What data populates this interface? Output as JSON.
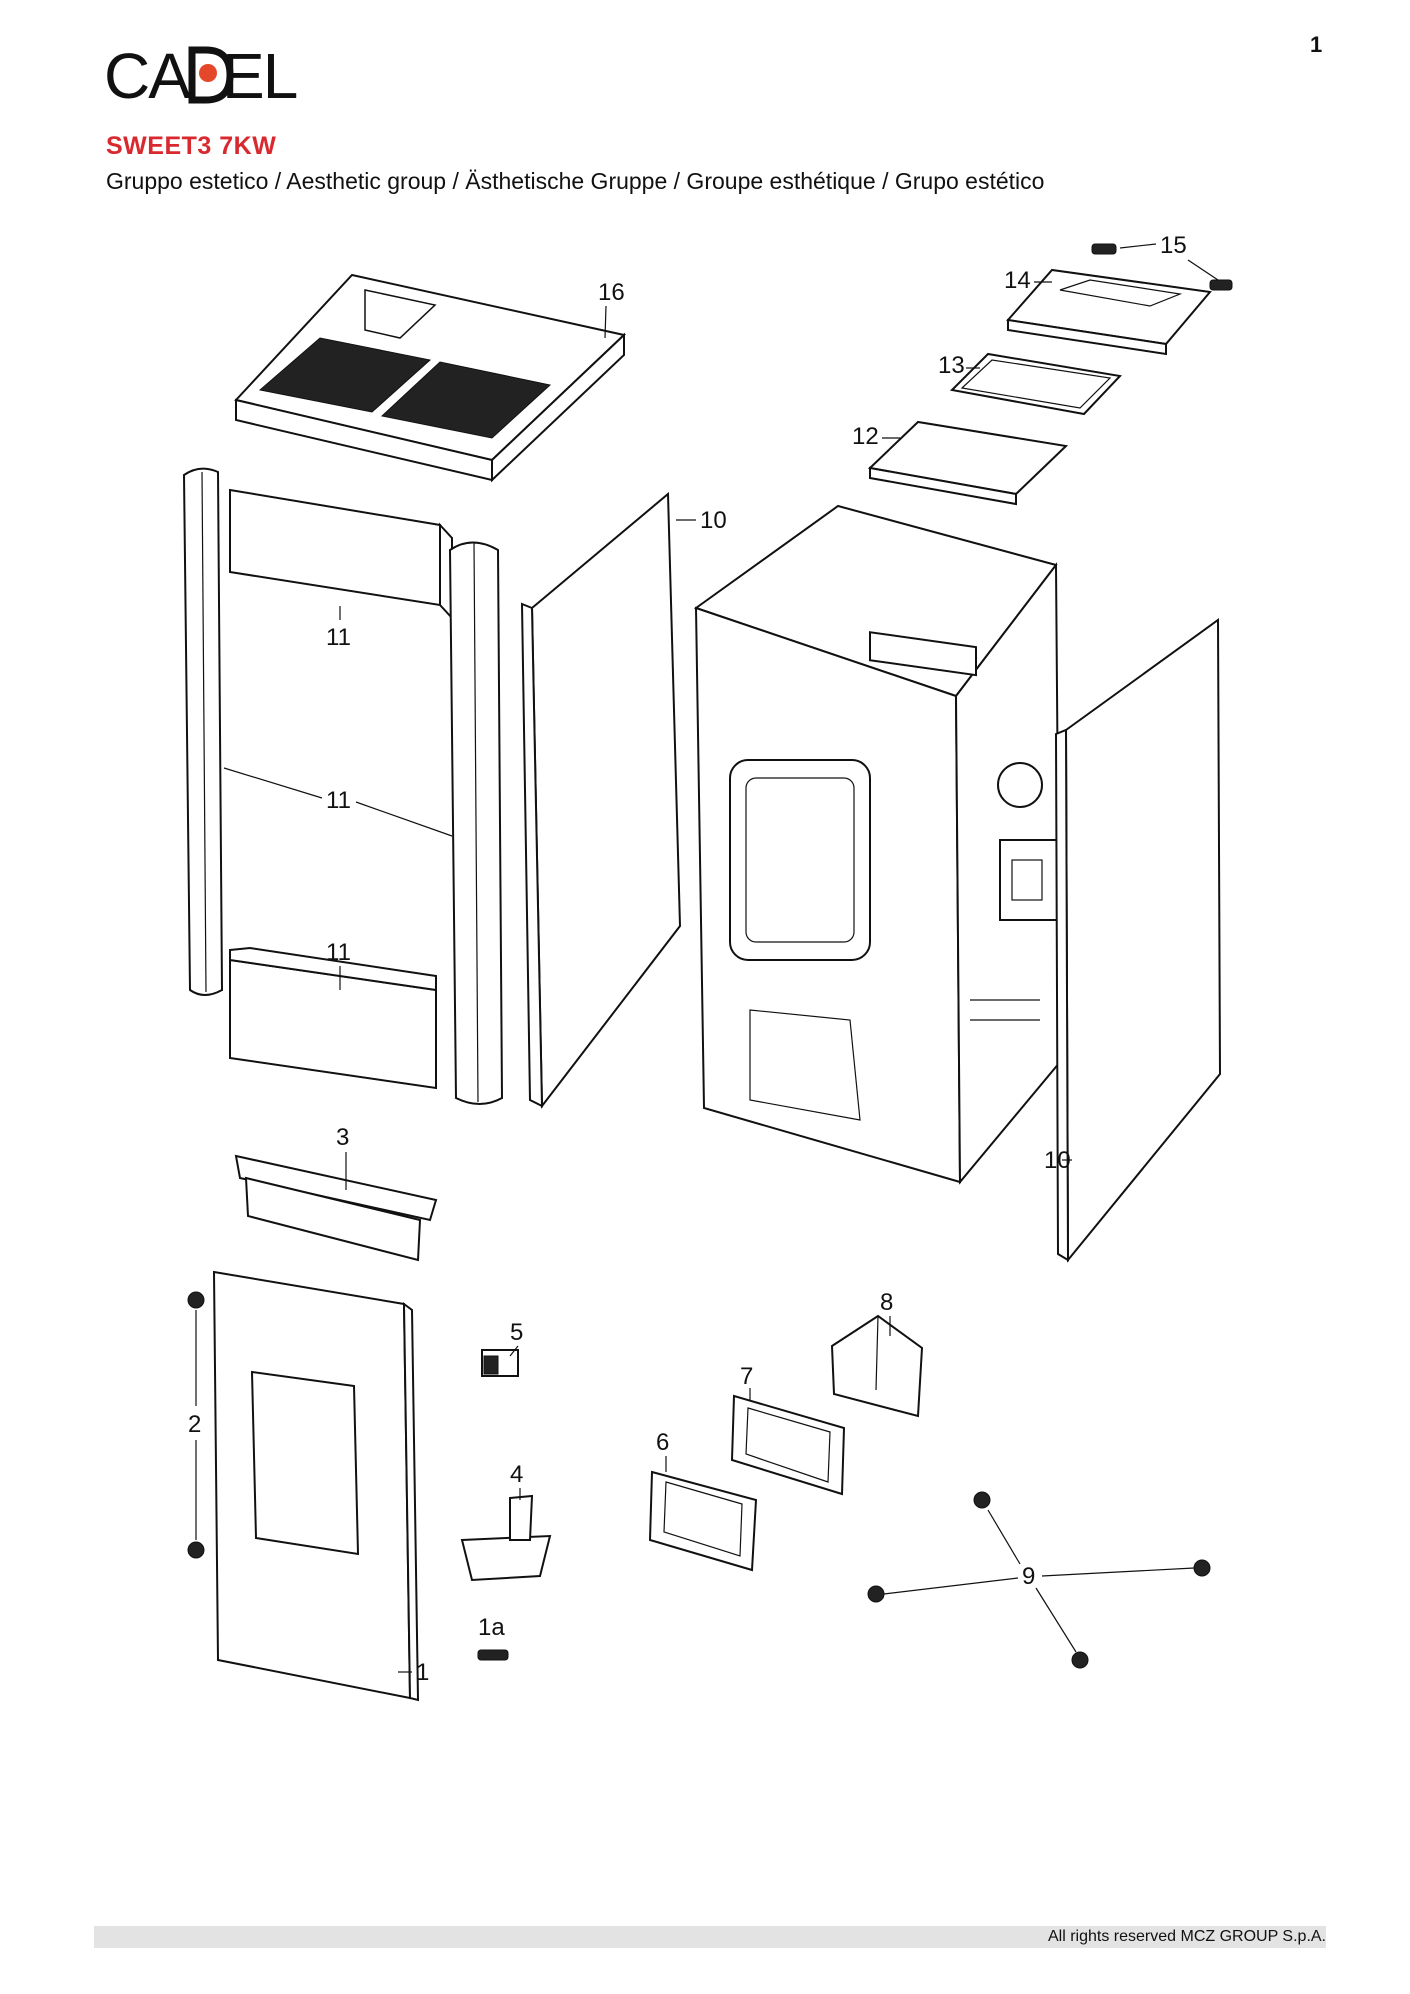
{
  "page_number": "1",
  "brand": {
    "logo_text": "CADEL",
    "accent_color": "#e5472a"
  },
  "header": {
    "model": "SWEET3 7KW",
    "group_title": "Gruppo estetico / Aesthetic group / Ästhetische Gruppe / Groupe esthétique / Grupo estético",
    "model_color": "#d8292f"
  },
  "diagram": {
    "callouts": {
      "c16": "16",
      "c15": "15",
      "c14": "14",
      "c13": "13",
      "c12": "12",
      "c10a": "10",
      "c10b": "10",
      "c11a": "11",
      "c11b": "11",
      "c11c": "11",
      "c3": "3",
      "c2": "2",
      "c1": "1",
      "c1a": "1a",
      "c4": "4",
      "c5": "5",
      "c6": "6",
      "c7": "7",
      "c8": "8",
      "c9": "9"
    }
  },
  "footer": {
    "rights": "All rights reserved MCZ GROUP S.p.A."
  }
}
